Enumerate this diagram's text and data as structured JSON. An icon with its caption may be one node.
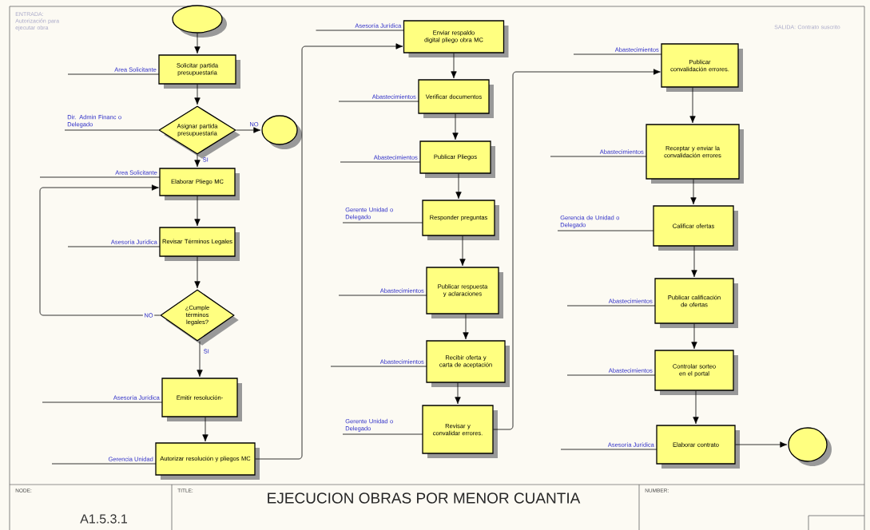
{
  "diagram": {
    "title": "EJECUCION OBRAS POR MENOR CUANTIA",
    "nodes": [
      {
        "text": [],
        "shape": "circle"
      },
      {
        "text": [
          "Solicitar partida presupuestaria"
        ]
      },
      {
        "text": [
          "Asignar partida presupuestaria"
        ]
      },
      {
        "text": [],
        "shape": "circle"
      },
      {
        "text": [
          "Elaborar Pliego MC"
        ]
      },
      {
        "text": [
          "Revisar Términos Legales"
        ]
      },
      {
        "text": [
          "¿Cumple términos legales?"
        ]
      },
      {
        "text": [
          "Emitir resolución-"
        ]
      },
      {
        "text": [
          "Autorizar resolución y pliegos MC"
        ]
      },
      {
        "text": [
          "Enviar respaldo digital pliego obra MC"
        ]
      },
      {
        "text": [
          "Verificar documentos"
        ]
      },
      {
        "text": [
          "Publicar Pliegos"
        ]
      },
      {
        "text": [
          "Responder preguntas"
        ]
      },
      {
        "text": [
          "Publicar respuesta y aclaraciones"
        ]
      },
      {
        "text": [
          "Recibir oferta y carta de aceptación"
        ]
      },
      {
        "text": [
          "Revisar y convalidar errores."
        ]
      },
      {
        "text": [
          "Publicar convalidación errores."
        ]
      },
      {
        "text": [
          "Receptar y enviar la convalidación errores"
        ]
      },
      {
        "text": [
          "Calificar ofertas"
        ]
      },
      {
        "text": [
          "Publicar calificación de ofertas"
        ]
      },
      {
        "text": [
          "Controlar sorteo en el portal"
        ]
      },
      {
        "text": [
          "Elaborar contrato"
        ]
      },
      {
        "text": [],
        "shape": "circle"
      }
    ],
    "edges": [
      {
        "from": 0,
        "to": 1,
        "arrow": "to"
      },
      {
        "from": 1,
        "to": 2,
        "arrow": "to"
      },
      {
        "from": 2,
        "to": 3,
        "arrow": "to",
        "label": "NO"
      },
      {
        "from": 2,
        "to": 4,
        "arrow": "to",
        "label": "SI"
      },
      {
        "from": 4,
        "to": 5,
        "arrow": "to"
      },
      {
        "from": 5,
        "to": 6,
        "arrow": "to"
      },
      {
        "from": 6,
        "to": 4,
        "arrow": "to",
        "label": "NO"
      },
      {
        "from": 6,
        "to": 7,
        "arrow": "to",
        "label": "SI"
      },
      {
        "from": 7,
        "to": 8,
        "arrow": "to"
      },
      {
        "from": 8,
        "to": 9,
        "arrow": "to"
      },
      {
        "from": 9,
        "to": 10,
        "arrow": "to"
      },
      {
        "from": 10,
        "to": 11,
        "arrow": "to"
      },
      {
        "from": 11,
        "to": 12,
        "arrow": "to"
      },
      {
        "from": 12,
        "to": 13,
        "arrow": "to"
      },
      {
        "from": 13,
        "to": 14,
        "arrow": "to"
      },
      {
        "from": 14,
        "to": 15,
        "arrow": "to"
      },
      {
        "from": 15,
        "to": 16,
        "arrow": "to"
      },
      {
        "from": 16,
        "to": 17,
        "arrow": "to"
      },
      {
        "from": 17,
        "to": 18,
        "arrow": "to"
      },
      {
        "from": 18,
        "to": 19,
        "arrow": "to"
      },
      {
        "from": 19,
        "to": 20,
        "arrow": "to"
      },
      {
        "from": 20,
        "to": 21,
        "arrow": "to"
      },
      {
        "from": 21,
        "to": 22,
        "arrow": "to"
      },
      {
        "from": null,
        "to": 1,
        "arrow": "none",
        "label": "Area Solicitante"
      },
      {
        "from": null,
        "to": 2,
        "arrow": "none",
        "label": "Dir. Admin Financ o Delegado"
      },
      {
        "from": null,
        "to": 4,
        "arrow": "none",
        "label": "Area Solicitante"
      },
      {
        "from": null,
        "to": 5,
        "arrow": "none",
        "label": "Asesoría Jurídica"
      },
      {
        "from": null,
        "to": 7,
        "arrow": "none",
        "label": "Asesoría Jurídica"
      },
      {
        "from": null,
        "to": 8,
        "arrow": "none",
        "label": "Gerencia Unidad"
      },
      {
        "from": null,
        "to": 9,
        "arrow": "none",
        "label": "Asesoría Jurídica"
      },
      {
        "from": null,
        "to": 10,
        "arrow": "none",
        "label": "Abastecimientos"
      },
      {
        "from": null,
        "to": 11,
        "arrow": "none",
        "label": "Abastecimientos"
      },
      {
        "from": null,
        "to": 12,
        "arrow": "none",
        "label": "Gerente Unidad o Delegado"
      },
      {
        "from": null,
        "to": 13,
        "arrow": "none",
        "label": "Abastecimientos"
      },
      {
        "from": null,
        "to": 14,
        "arrow": "none",
        "label": "Abastecimientos"
      },
      {
        "from": null,
        "to": 15,
        "arrow": "none",
        "label": "Gerente Unidad o Delegado"
      },
      {
        "from": null,
        "to": 16,
        "arrow": "none",
        "label": "Abastecimientos"
      },
      {
        "from": null,
        "to": 17,
        "arrow": "none",
        "label": "Abastecimientos"
      },
      {
        "from": null,
        "to": 18,
        "arrow": "none",
        "label": "Gerencia de Unidad o Delegado"
      },
      {
        "from": null,
        "to": 19,
        "arrow": "none",
        "label": "Abastecimientos"
      },
      {
        "from": null,
        "to": 20,
        "arrow": "none",
        "label": "Abastecimientos"
      },
      {
        "from": null,
        "to": 21,
        "arrow": "none",
        "label": "Asesoría Jurídica"
      }
    ],
    "labels": [
      "ENTRADA: Autorización para ejecutar obra",
      "SALIDA: Contrato suscrito",
      "NODE:",
      "A1.5.3.1",
      "TITLE:",
      "NUMBER:"
    ]
  }
}
